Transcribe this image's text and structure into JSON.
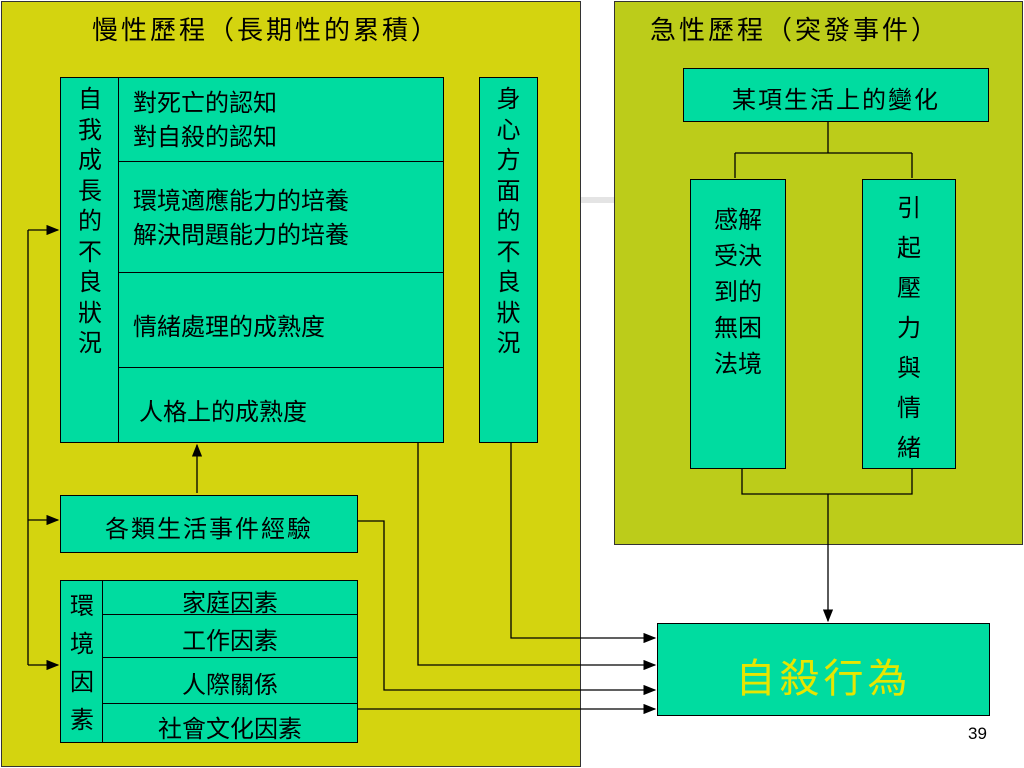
{
  "chronic": {
    "title": "慢性歷程（長期性的累積）",
    "self_growth": "自我成長的不良狀況",
    "rows": [
      [
        "對死亡的認知",
        "對自殺的認知"
      ],
      [
        "環境適應能力的培養",
        "解決問題能力的培養"
      ],
      [
        "情緒處理的成熟度"
      ],
      [
        "人格上的成熟度"
      ]
    ],
    "physical_mental": "身心方面的不良狀況",
    "life_events": "各類生活事件經驗",
    "env_label": "環境因素",
    "env_items": [
      "家庭因素",
      "工作因素",
      "人際關係",
      "社會文化因素"
    ]
  },
  "acute": {
    "title": "急性歷程（突發事件）",
    "change": "某項生活上的變化",
    "helpless": [
      "感解",
      "受決",
      "到的",
      "無困",
      "法境"
    ],
    "stress": "引起壓力與情緒"
  },
  "outcome": "自殺行為",
  "slide_number": "39",
  "colors": {
    "chronic_bg": "#d4d40f",
    "acute_bg": "#bccc1a",
    "box": "#00dca0",
    "outcome_text": "#e6e600"
  }
}
